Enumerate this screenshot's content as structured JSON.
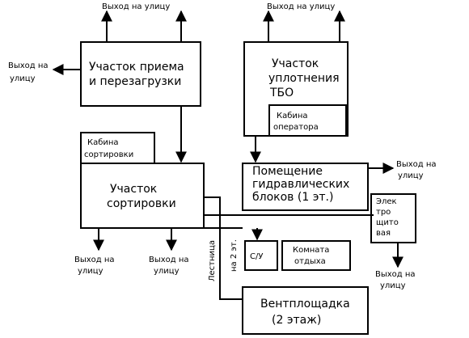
{
  "exit_label": [
    "Выход на",
    "улицу"
  ],
  "exit_label_top": "Выход на улицу",
  "rooms": {
    "receiving": [
      "Участок приема",
      "и перезагрузки"
    ],
    "compaction": [
      "Участок",
      "уплотнения",
      "ТБО"
    ],
    "operator_cabin": [
      "Кабина",
      "оператора"
    ],
    "sorting_cabin": [
      "Кабина",
      "сортировки"
    ],
    "sorting": [
      "Участок",
      "сортировки"
    ],
    "hydraulics": [
      "Помещение",
      "гидравлических",
      "блоков (1 эт.)"
    ],
    "electrical": [
      "Элек",
      "тро",
      "щито",
      "вая"
    ],
    "su": "С/У",
    "rest_room": [
      "Комната",
      "отдыха"
    ],
    "ventilation": [
      "Вентплощадка",
      "(2 этаж)"
    ]
  },
  "stairs": {
    "label": "Лестница",
    "floor": "на 2 эт."
  }
}
